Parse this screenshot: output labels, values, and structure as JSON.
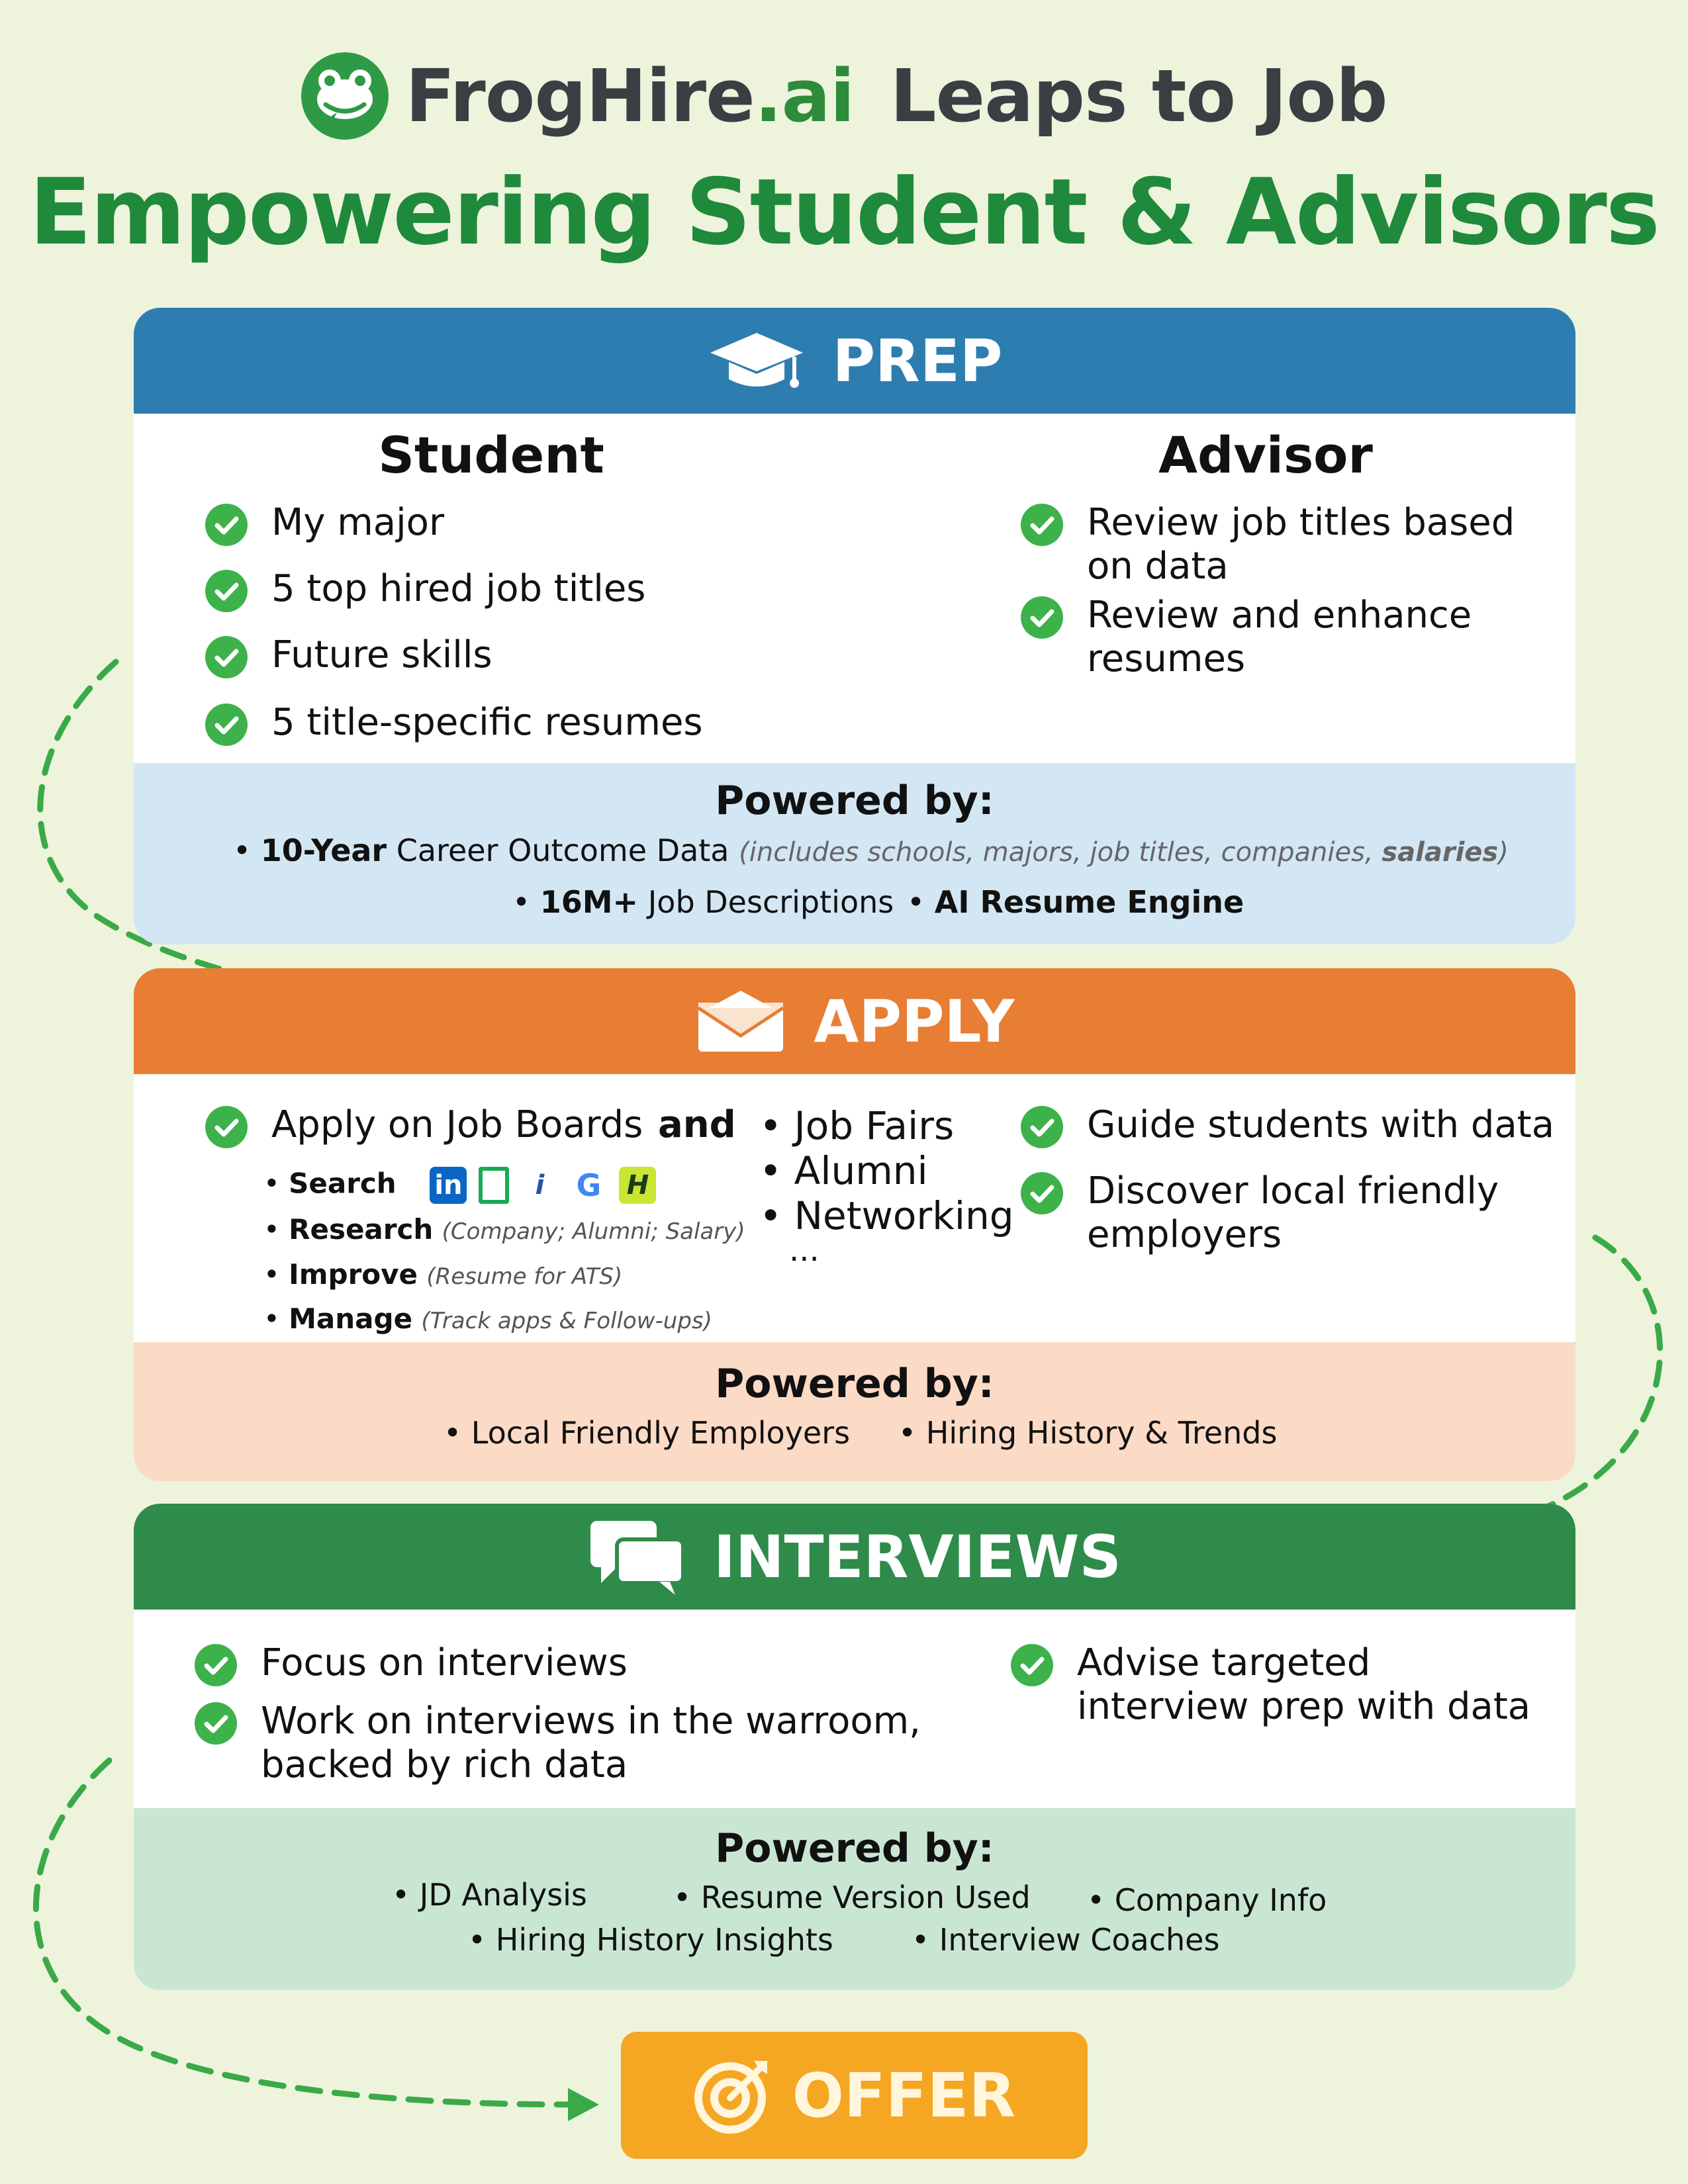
{
  "header": {
    "brand_name": "FrogHire",
    "brand_suffix": ".ai",
    "tagline": "Leaps to Job",
    "title": "Empowering Student & Advisors"
  },
  "colors": {
    "prep": "#2e7db1",
    "apply": "#e77e33",
    "interviews": "#2e8b4a",
    "offer": "#f5a623",
    "check": "#3db24a"
  },
  "prep": {
    "label": "PREP",
    "icon": "graduation-cap-icon",
    "student_title": "Student",
    "advisor_title": "Advisor",
    "student_items": [
      "My major",
      "5 top hired job titles",
      "Future skills",
      "5 title-specific resumes"
    ],
    "advisor_items": [
      "Review job titles based on data",
      "Review and enhance resumes"
    ],
    "powered_title": "Powered by:",
    "powered": {
      "item1_bold": "10-Year",
      "item1_text": " Career Outcome Data",
      "item1_note": "(includes schools, majors, job titles, companies, ",
      "item1_note_bold": "salaries",
      "item1_note_end": ")",
      "item2_bold": "16M+",
      "item2_text": " Job Descriptions",
      "item3_bold": "AI Resume Engine"
    }
  },
  "apply": {
    "label": "APPLY",
    "icon": "envelope-icon",
    "main_item": "Apply on Job Boards",
    "and": "and",
    "subs": [
      {
        "bold": "Search",
        "note": ""
      },
      {
        "bold": "Research",
        "note": "(Company; Alumni; Salary)"
      },
      {
        "bold": "Improve",
        "note": "(Resume for ATS)"
      },
      {
        "bold": "Manage",
        "note": "(Track apps & Follow-ups)"
      }
    ],
    "middle_items": [
      "Job Fairs",
      "Alumni",
      "Networking",
      "..."
    ],
    "advisor_items": [
      "Guide students with data",
      "Discover local friendly employers"
    ],
    "powered_title": "Powered by:",
    "powered": [
      "Local Friendly Employers",
      "Hiring History & Trends"
    ]
  },
  "interviews": {
    "label": "INTERVIEWS",
    "icon": "chat-bubbles-icon",
    "student_items": [
      "Focus on interviews",
      "Work on interviews in the warroom, backed by rich data"
    ],
    "advisor_items": [
      "Advise targeted interview prep with data"
    ],
    "powered_title": "Powered by:",
    "powered": [
      "JD Analysis",
      "Resume Version Used",
      "Company Info",
      "Hiring History Insights",
      "Interview Coaches"
    ]
  },
  "offer": {
    "label": "OFFER",
    "icon": "target-icon"
  },
  "job_board_icons": [
    "linkedin-icon",
    "glassdoor-icon",
    "indeed-icon",
    "google-icon",
    "handshake-icon"
  ]
}
